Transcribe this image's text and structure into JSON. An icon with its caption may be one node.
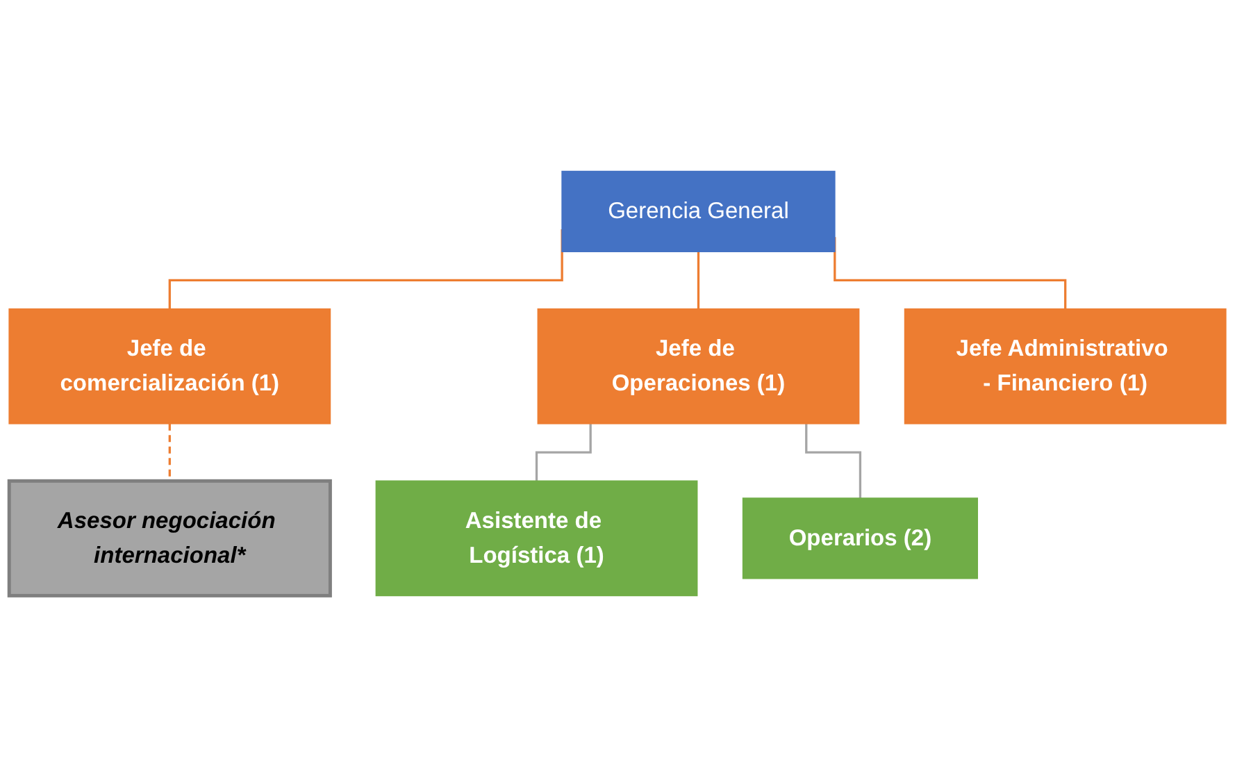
{
  "diagram": {
    "nodes": [
      {
        "text": [
          "Gerencia General"
        ]
      },
      {
        "text": [
          "Jefe de comercialización (1)"
        ]
      },
      {
        "text": [
          "Jefe de Operaciones (1)"
        ]
      },
      {
        "text": [
          "Jefe Administrativo - Financiero (1)"
        ]
      },
      {
        "text": [
          "Asesor negociación internacional*"
        ]
      },
      {
        "text": [
          "Asistente de Logística (1)"
        ]
      },
      {
        "text": [
          "Operarios (2)"
        ]
      }
    ],
    "edges": [
      {
        "from": 0,
        "to": 1,
        "arrow": "none"
      },
      {
        "from": 0,
        "to": 2,
        "arrow": "none"
      },
      {
        "from": 0,
        "to": 3,
        "arrow": "none"
      },
      {
        "from": 1,
        "to": 4,
        "arrow": "none",
        "style": "dashed"
      },
      {
        "from": 2,
        "to": 5,
        "arrow": "none",
        "color": "#a5a5a5"
      },
      {
        "from": 2,
        "to": 6,
        "arrow": "none",
        "color": "#a5a5a5"
      }
    ]
  }
}
